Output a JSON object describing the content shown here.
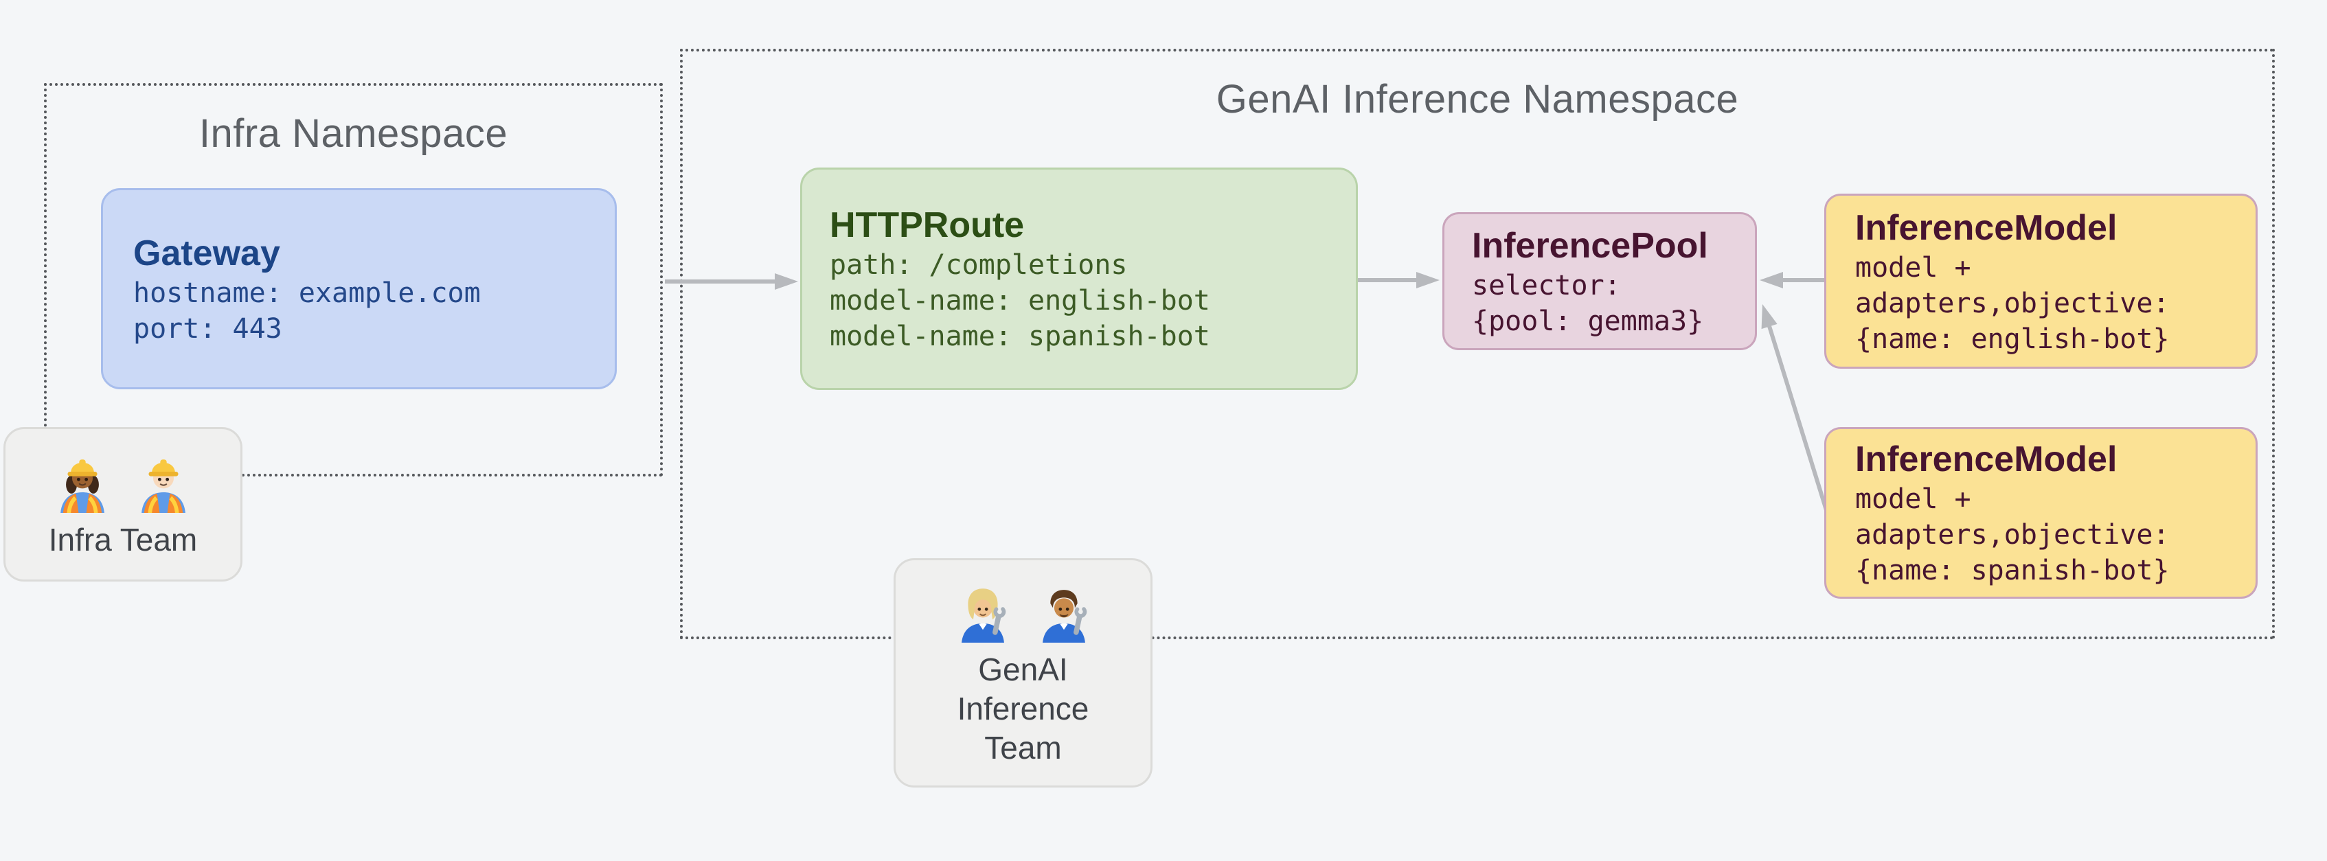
{
  "canvas": {
    "background": "#f4f6f8"
  },
  "namespaces": {
    "infra": {
      "title": "Infra Namespace"
    },
    "genai": {
      "title": "GenAI Inference Namespace"
    }
  },
  "nodes": {
    "gateway": {
      "title": "Gateway",
      "lines": [
        "hostname: example.com",
        "port: 443"
      ]
    },
    "httproute": {
      "title": "HTTPRoute",
      "lines": [
        "path: /completions",
        "model-name: english-bot",
        "model-name: spanish-bot"
      ]
    },
    "inference_pool": {
      "title": "InferencePool",
      "lines": [
        "selector:",
        "{pool: gemma3}"
      ]
    },
    "inference_model_english": {
      "title": "InferenceModel",
      "lines": [
        "model +",
        "adapters,objective:",
        "{name: english-bot}"
      ]
    },
    "inference_model_spanish": {
      "title": "InferenceModel",
      "lines": [
        "model +",
        "adapters,objective:",
        "{name: spanish-bot}"
      ]
    }
  },
  "teams": {
    "infra": {
      "label": "Infra Team",
      "icons": [
        "woman-construction-worker",
        "man-construction-worker"
      ]
    },
    "genai": {
      "label_lines": [
        "GenAI",
        "Inference",
        "Team"
      ],
      "icons": [
        "woman-mechanic",
        "man-mechanic"
      ]
    }
  },
  "arrows": [
    {
      "from": "infra-namespace-edge",
      "to": "httproute"
    },
    {
      "from": "httproute",
      "to": "inference-pool"
    },
    {
      "from": "inference-model-english",
      "to": "inference-pool"
    },
    {
      "from": "inference-model-spanish",
      "to": "inference-pool"
    }
  ],
  "colors": {
    "background": "#f4f6f8",
    "namespace_border": "#55585c",
    "namespace_title": "#5d6166",
    "gateway_fill": "#cbd9f6",
    "gateway_border": "#a7bdec",
    "gateway_text": "#1c4587",
    "httproute_fill": "#d9e8d0",
    "httproute_border": "#b9d3aa",
    "httproute_text": "#2c4e15",
    "pool_fill": "#e8d4df",
    "pool_border": "#caa5bc",
    "pool_text": "#471430",
    "model_fill": "#fbe295",
    "model_border": "#caa5bc",
    "model_text": "#471430",
    "team_fill": "#f0f0ef",
    "team_border": "#dbdbd9",
    "team_text": "#3f4349",
    "arrow": "#b7b9bd"
  }
}
